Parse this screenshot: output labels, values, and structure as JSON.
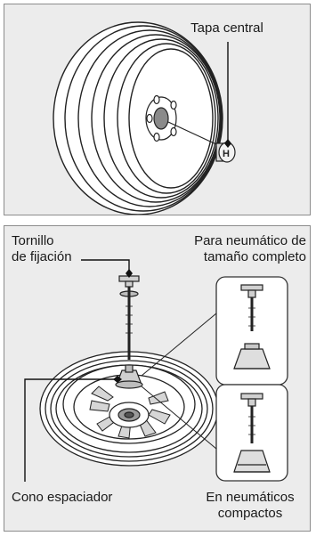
{
  "top_panel": {
    "center_cap_label": "Tapa central"
  },
  "bottom_panel": {
    "bolt_label_line1": "Tornillo",
    "bolt_label_line2": "de fijación",
    "full_size_label_line1": "Para neumático de",
    "full_size_label_line2": "tamaño completo",
    "spacer_cone_label": "Cono espaciador",
    "compact_label_line1": "En neumáticos",
    "compact_label_line2": "compactos"
  }
}
